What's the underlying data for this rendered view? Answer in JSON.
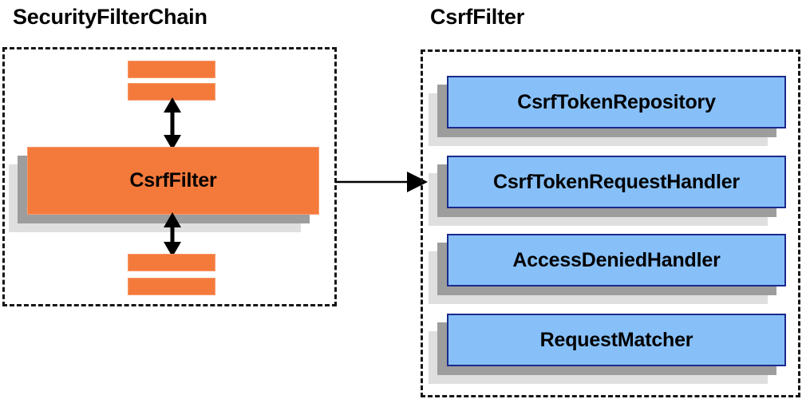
{
  "diagram": {
    "type": "component-relationship-diagram",
    "background_color": "#ffffff",
    "colors": {
      "orange_fill": "#f47a3c",
      "orange_border": "#f79b6b",
      "blue_fill": "#87c0f9",
      "blue_border": "#1b2a8a",
      "shadow_dark": "#9d9d9d",
      "shadow_light": "#dfdfdf",
      "panel_border": "#151515",
      "text": "#000000"
    }
  },
  "panels": [
    {
      "id": "security-filter-chain",
      "title": "SecurityFilterChain",
      "border_style": "dashed",
      "filter_bars_top": [
        "",
        ""
      ],
      "filter_bars_bottom": [
        "",
        ""
      ],
      "highlighted_filter": "CsrfFilter"
    },
    {
      "id": "csrf-filter",
      "title": "CsrfFilter",
      "border_style": "dashed",
      "components": [
        {
          "label": "CsrfTokenRepository"
        },
        {
          "label": "CsrfTokenRequestHandler"
        },
        {
          "label": "AccessDeniedHandler"
        },
        {
          "label": "RequestMatcher"
        }
      ]
    }
  ],
  "arrows": [
    {
      "id": "chain-to-csrffilter-top",
      "direction": "bidirectional-vertical"
    },
    {
      "id": "chain-to-csrffilter-bottom",
      "direction": "bidirectional-vertical"
    },
    {
      "id": "csrffilter-to-detail",
      "direction": "right"
    }
  ]
}
